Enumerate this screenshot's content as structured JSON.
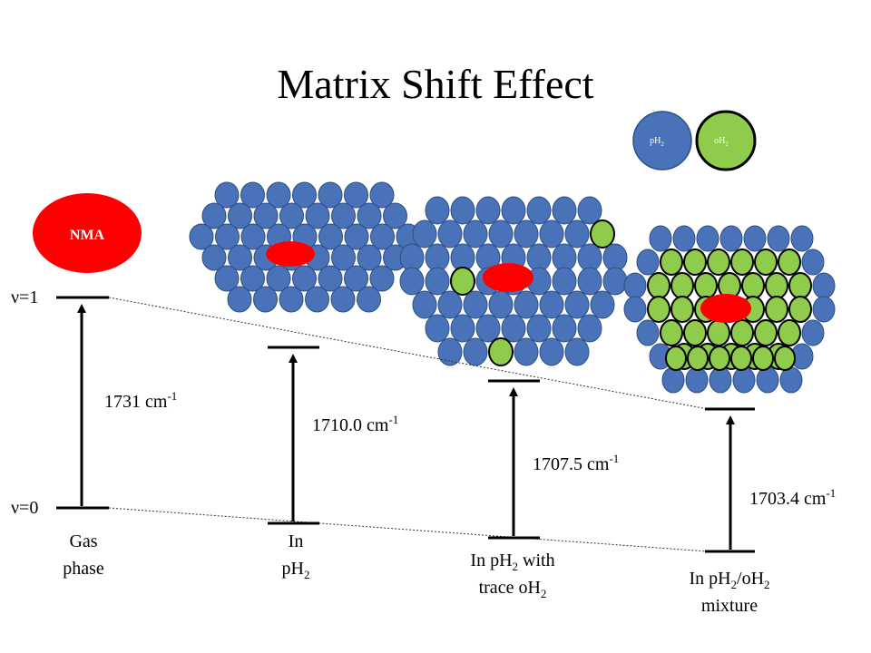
{
  "title": "Matrix Shift Effect",
  "legend": {
    "ph2": {
      "label": "pH",
      "sub": "2",
      "color": "#4a72b8"
    },
    "oh2": {
      "label": "oH",
      "sub": "2",
      "color": "#8fcc4c"
    }
  },
  "nma": {
    "label": "NMA",
    "color": "#ff0000"
  },
  "levels": {
    "v1": "ν=1",
    "v0": "ν=0"
  },
  "transitions": [
    {
      "value": "1731 cm",
      "sup": "-1"
    },
    {
      "value": "1710.0 cm",
      "sup": "-1"
    },
    {
      "value": "1707.5 cm",
      "sup": "-1"
    },
    {
      "value": "1703.4 cm",
      "sup": "-1"
    }
  ],
  "captions": {
    "gas": {
      "line1": "Gas",
      "line2": "phase"
    },
    "ph2": {
      "line1": "In",
      "line2a": "pH",
      "line2sub": "2"
    },
    "trace": {
      "line1a": "In pH",
      "line1sub": "2",
      "line1b": " with",
      "line2a": "trace oH",
      "line2sub": "2"
    },
    "mix": {
      "line1a": "In pH",
      "line1sub": "2",
      "line1b": "/oH",
      "line1sub2": "2",
      "line2": "mixture"
    }
  },
  "colors": {
    "blue": "#4a72b8",
    "green": "#8fcc4c",
    "red": "#ff0000",
    "outline": "#2c4f86"
  }
}
